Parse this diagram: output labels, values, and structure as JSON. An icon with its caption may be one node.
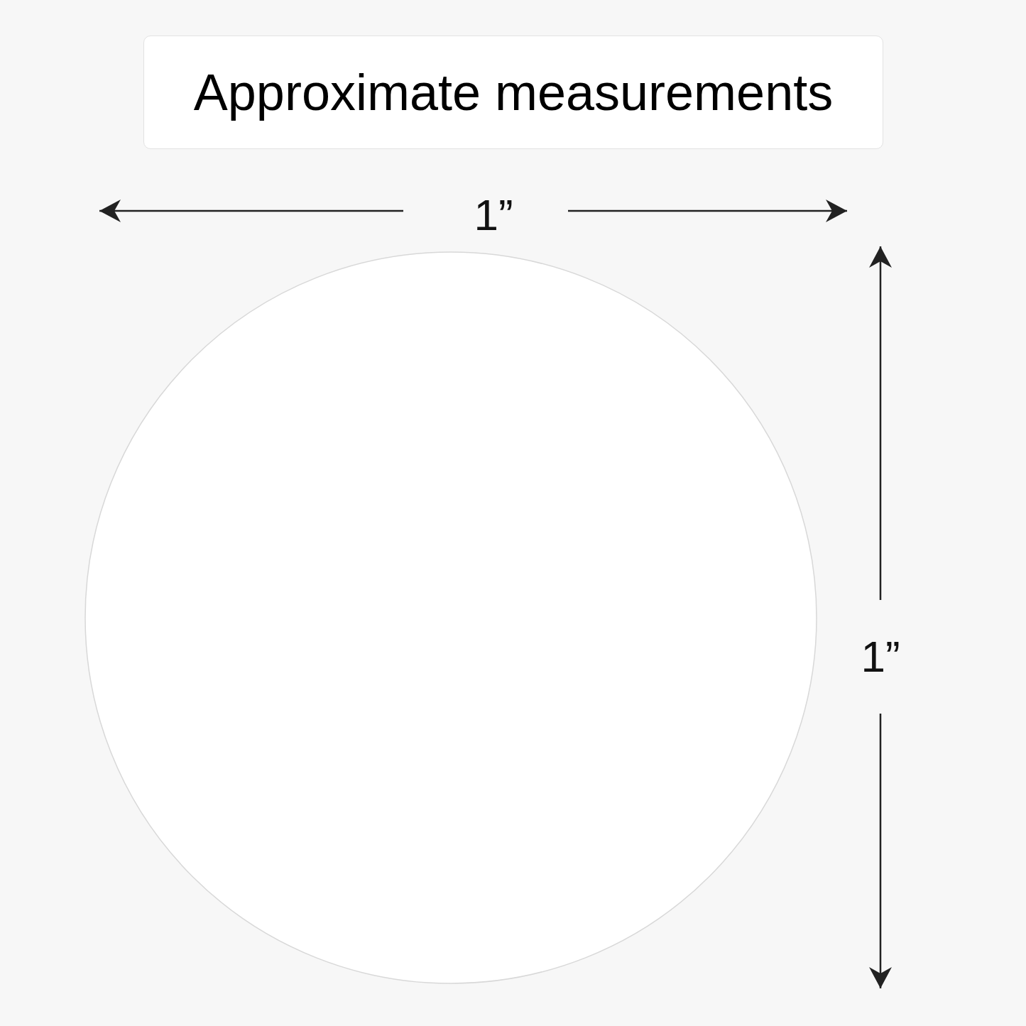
{
  "diagram": {
    "title": "Approximate measurements",
    "nodes": [
      {
        "text": [],
        "shape": "circle"
      }
    ],
    "labels": [
      "1”",
      "1”"
    ]
  }
}
